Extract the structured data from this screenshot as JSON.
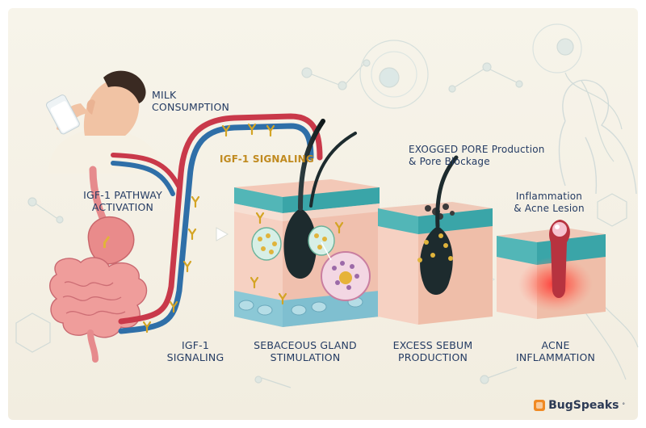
{
  "labels": {
    "milk": [
      "MILK",
      "CONSUMPTION"
    ],
    "igf1_pathway": [
      "IGF-1 PATHWAY",
      "ACTIVATION"
    ],
    "igf1_signaling_top": "IGF-1 SIGNALING",
    "igf1_signaling_bottom": [
      "IGF-1",
      "SIGNALING"
    ],
    "pore": [
      "EXOGGED PORE Production",
      "& Pore Blockage"
    ],
    "inflammation": [
      "Inflammation",
      "& Acne Lesion"
    ],
    "sebaceous": [
      "SEBACEOUS GLAND",
      "STIMULATION"
    ],
    "sebum": [
      "EXCESS SEBUM",
      "PRODUCTION"
    ],
    "acne": [
      "ACNE",
      "INFLAMMATION"
    ]
  },
  "brand": {
    "name": "BugSpeaks",
    "mark": "°"
  },
  "colors": {
    "background": "#f6f2e6",
    "text": "#243b63",
    "accent_gold": "#c08a1e",
    "artery_red": "#c9394a",
    "vein_blue": "#2f6fa8",
    "skin": "#f3c6b6",
    "dermis_teal": "#3aa5a8",
    "hair": "#1d2b2e",
    "inflammation_red": "#e53935"
  }
}
